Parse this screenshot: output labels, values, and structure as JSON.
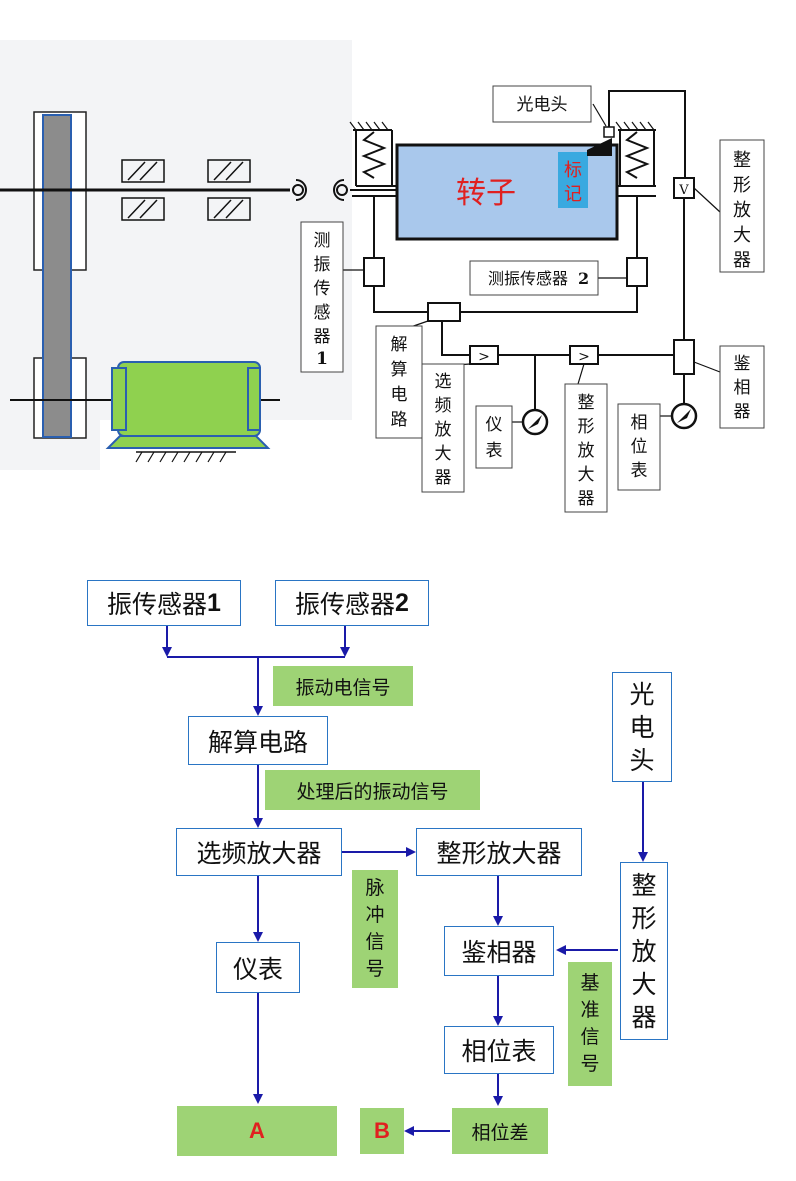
{
  "mechanism": {
    "rotor_label": "转子",
    "mark_label": [
      "标",
      "记"
    ],
    "photo_head": "光电头",
    "shaping_amp_right": [
      "整",
      "形",
      "放",
      "大",
      "器"
    ],
    "sensor1": [
      "测",
      "振",
      "传",
      "感",
      "器"
    ],
    "sensor1_num": "1",
    "sensor2_text": "测振传感器",
    "sensor2_num": "2",
    "solver": [
      "解",
      "算",
      "电",
      "路"
    ],
    "freq_amp": [
      "选",
      "频",
      "放",
      "大",
      "器"
    ],
    "meter": [
      "仪",
      "表"
    ],
    "shaping_amp_mid": [
      "整",
      "形",
      "放",
      "大",
      "器"
    ],
    "phase_meter": [
      "相",
      "位",
      "表"
    ],
    "phase_detector": [
      "鉴",
      "相",
      "器"
    ],
    "amp_symbol": ">",
    "v_symbol": "V"
  },
  "flow": {
    "sensor1": "振传感器",
    "sensor1_num": "1",
    "sensor2": "振传感器",
    "sensor2_num": "2",
    "vib_signal": "振动电信号",
    "solver": "解算电路",
    "processed_signal": "处理后的振动信号",
    "freq_amp": "选频放大器",
    "shaping_amp": "整形放大器",
    "pulse_signal": [
      "脉",
      "冲",
      "信",
      "号"
    ],
    "meter": "仪表",
    "phase_detector": "鉴相器",
    "phase_meter": "相位表",
    "phase_diff": "相位差",
    "result_a": "A",
    "result_b": "B",
    "photo_head": [
      "光",
      "电",
      "头"
    ],
    "shaping_amp_v": [
      "整",
      "形",
      "放",
      "大",
      "器"
    ],
    "ref_signal": [
      "基",
      "准",
      "信",
      "号"
    ]
  },
  "colors": {
    "box_border": "#2a75c4",
    "arrow": "#1a1aa8",
    "green_label": "#9ed375",
    "rotor_fill": "#a9c8ec",
    "rotor_text": "#e02020",
    "motor_green": "#8fd14f",
    "mark_fill": "#39a9e0",
    "result_text": "#e02020"
  }
}
